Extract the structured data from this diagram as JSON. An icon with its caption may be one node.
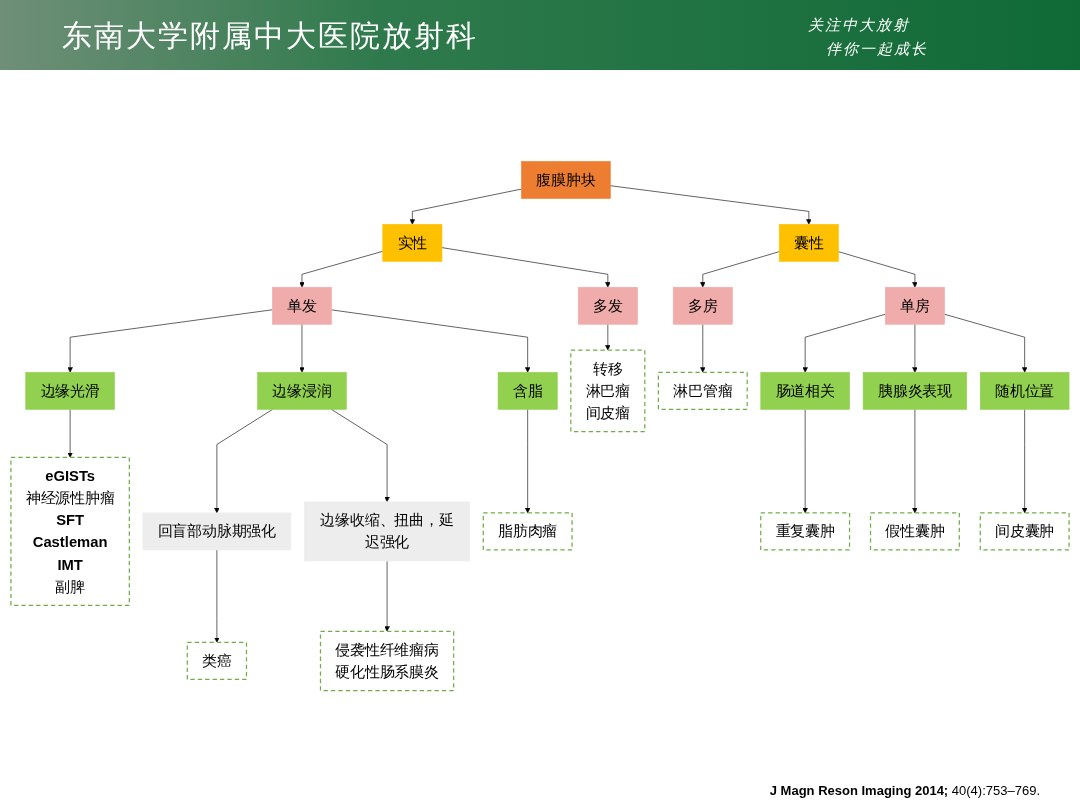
{
  "diagram": {
    "title": "东南大学附属中大医院放射科",
    "nodes": [
      {
        "text": [
          "腹膜肿块"
        ]
      },
      {
        "text": [
          "实性"
        ]
      },
      {
        "text": [
          "囊性"
        ]
      },
      {
        "text": [
          "单发"
        ]
      },
      {
        "text": [
          "多发"
        ]
      },
      {
        "text": [
          "多房"
        ]
      },
      {
        "text": [
          "单房"
        ]
      },
      {
        "text": [
          "边缘光滑"
        ]
      },
      {
        "text": [
          "边缘浸润"
        ]
      },
      {
        "text": [
          "含脂"
        ]
      },
      {
        "text": [
          "转移",
          "淋巴瘤",
          "间皮瘤"
        ]
      },
      {
        "text": [
          "淋巴管瘤"
        ]
      },
      {
        "text": [
          "肠道相关"
        ]
      },
      {
        "text": [
          "胰腺炎表现"
        ]
      },
      {
        "text": [
          "随机位置"
        ]
      },
      {
        "text": [
          "eGISTs",
          "神经源性肿瘤",
          "SFT",
          "Castleman",
          "IMT",
          "副脾"
        ]
      },
      {
        "text": [
          "回盲部动脉期强化"
        ]
      },
      {
        "text": [
          "边缘收缩、扭曲，延迟强化"
        ]
      },
      {
        "text": [
          "脂肪肉瘤"
        ]
      },
      {
        "text": [
          "重复囊肿"
        ]
      },
      {
        "text": [
          "假性囊肿"
        ]
      },
      {
        "text": [
          "间皮囊肿"
        ]
      },
      {
        "text": [
          "类癌"
        ]
      },
      {
        "text": [
          "侵袭性纤维瘤病",
          "硬化性肠系膜炎"
        ]
      }
    ],
    "edges": [
      {
        "from": 0,
        "to": 1,
        "arrow": "to"
      },
      {
        "from": 0,
        "to": 2,
        "arrow": "to"
      },
      {
        "from": 1,
        "to": 3,
        "arrow": "to"
      },
      {
        "from": 1,
        "to": 4,
        "arrow": "to"
      },
      {
        "from": 2,
        "to": 5,
        "arrow": "to"
      },
      {
        "from": 2,
        "to": 6,
        "arrow": "to"
      },
      {
        "from": 3,
        "to": 7,
        "arrow": "to"
      },
      {
        "from": 3,
        "to": 8,
        "arrow": "to"
      },
      {
        "from": 3,
        "to": 9,
        "arrow": "to"
      },
      {
        "from": 4,
        "to": 10,
        "arrow": "to"
      },
      {
        "from": 5,
        "to": 11,
        "arrow": "to"
      },
      {
        "from": 6,
        "to": 12,
        "arrow": "to"
      },
      {
        "from": 6,
        "to": 13,
        "arrow": "to"
      },
      {
        "from": 6,
        "to": 14,
        "arrow": "to"
      },
      {
        "from": 7,
        "to": 15,
        "arrow": "to"
      },
      {
        "from": 8,
        "to": 16,
        "arrow": "to"
      },
      {
        "from": 8,
        "to": 17,
        "arrow": "to"
      },
      {
        "from": 9,
        "to": 18,
        "arrow": "to"
      },
      {
        "from": 12,
        "to": 19,
        "arrow": "to"
      },
      {
        "from": 13,
        "to": 20,
        "arrow": "to"
      },
      {
        "from": 14,
        "to": 21,
        "arrow": "to"
      },
      {
        "from": 16,
        "to": 22,
        "arrow": "to"
      },
      {
        "from": 17,
        "to": 23,
        "arrow": "to"
      }
    ],
    "labels": [
      "关注中大放射",
      "伴你一起成长",
      "**J Magn Reson Imaging 2014;** 40(4):753–769."
    ]
  }
}
